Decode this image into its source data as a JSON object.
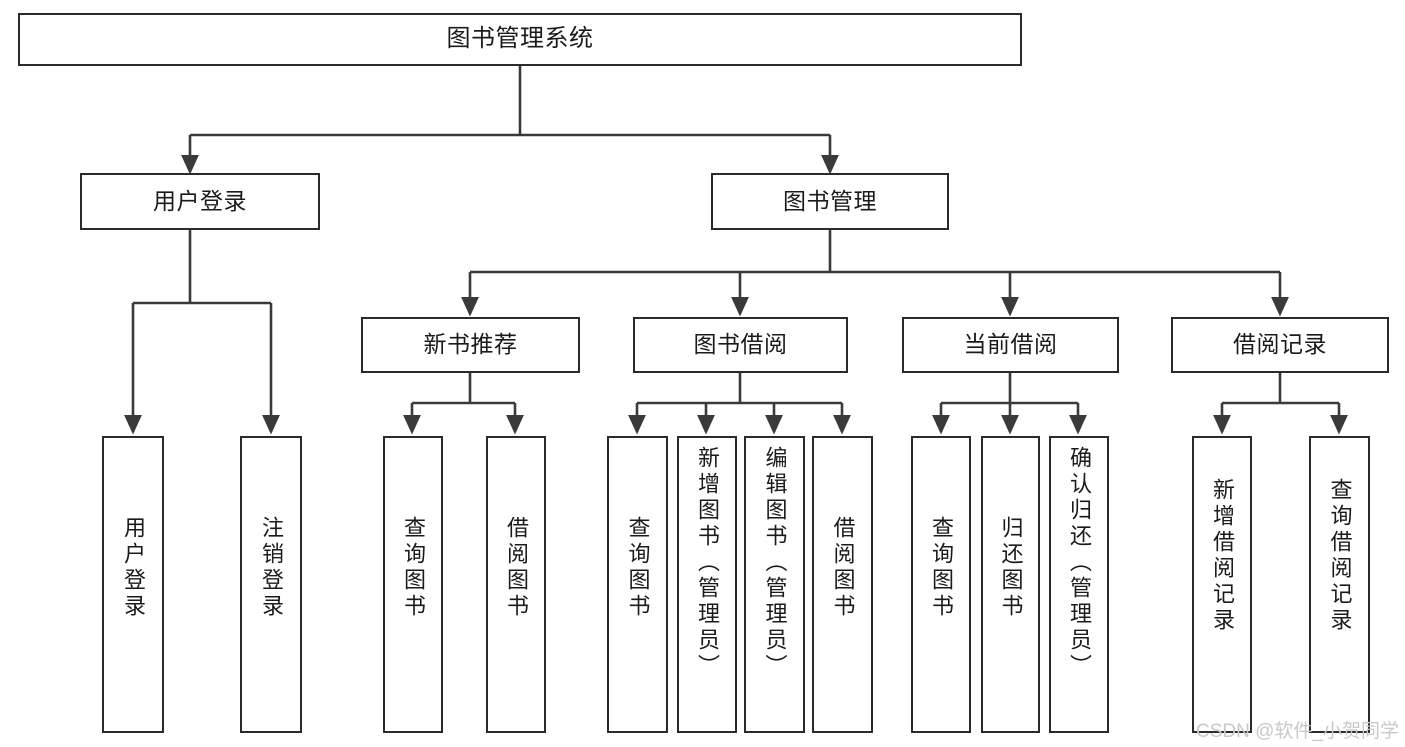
{
  "diagram": {
    "type": "tree-hierarchy",
    "title": "图书管理系统",
    "watermark": "CSDN @软件_小贺同学",
    "colors": {
      "box_border": "#2b2b2b",
      "box_fill": "#ffffff",
      "edge": "#3a3a3a",
      "text": "#1b1b1b",
      "watermark": "#c9c9c9"
    },
    "nodes": {
      "root": {
        "label": "图书管理系统"
      },
      "level2": [
        {
          "id": "user-login",
          "label": "用户登录"
        },
        {
          "id": "book-manage",
          "label": "图书管理"
        }
      ],
      "level3": [
        {
          "id": "new-book-recommend",
          "label": "新书推荐"
        },
        {
          "id": "book-borrow",
          "label": "图书借阅"
        },
        {
          "id": "current-borrow",
          "label": "当前借阅"
        },
        {
          "id": "borrow-record",
          "label": "借阅记录"
        }
      ],
      "leaves": {
        "user_login": [
          {
            "id": "leaf-user-login",
            "label": "用户登录"
          },
          {
            "id": "leaf-user-logout",
            "label": "注销登录"
          }
        ],
        "new_book_recommend": [
          {
            "id": "leaf-query-book-1",
            "label": "查询图书"
          },
          {
            "id": "leaf-borrow-book-1",
            "label": "借阅图书"
          }
        ],
        "book_borrow": [
          {
            "id": "leaf-query-book-2",
            "label": "查询图书"
          },
          {
            "id": "leaf-add-book",
            "label": "新增图书（管理员）"
          },
          {
            "id": "leaf-edit-book",
            "label": "编辑图书（管理员）"
          },
          {
            "id": "leaf-borrow-book-2",
            "label": "借阅图书"
          }
        ],
        "current_borrow": [
          {
            "id": "leaf-query-book-3",
            "label": "查询图书"
          },
          {
            "id": "leaf-return-book",
            "label": "归还图书"
          },
          {
            "id": "leaf-confirm-return",
            "label": "确认归还（管理员）"
          }
        ],
        "borrow_record": [
          {
            "id": "leaf-add-record",
            "label": "新增借阅记录"
          },
          {
            "id": "leaf-query-record",
            "label": "查询借阅记录"
          }
        ]
      }
    }
  }
}
